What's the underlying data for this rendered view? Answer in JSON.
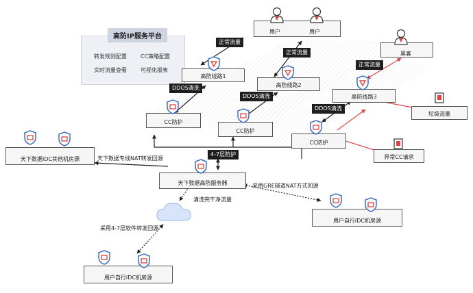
{
  "platform": {
    "title": "高防IP服务平台",
    "items": [
      "转发规则配置",
      "CC策略配置",
      "实时流量查看",
      "可视化报表"
    ]
  },
  "users": {
    "user1": "用户",
    "user2": "用户"
  },
  "hacker": "黑客",
  "lines": {
    "line1": "高防线路1",
    "line2": "高防线路2",
    "line3": "高防线路3"
  },
  "cc": {
    "cc1": "CC防护",
    "cc2": "CC防护",
    "cc3": "CC防护"
  },
  "badges": {
    "normal1": "正常流量",
    "normal2": "正常流量",
    "normal3": "正常流量",
    "ddos1": "DDOS清洗",
    "ddos2": "DDOS清洗",
    "ddos3": "DDOS清洗",
    "layer47": "4-7层防护"
  },
  "garbage": "垃圾流量",
  "abnormal": "异常CC请求",
  "server": "天下数据高防服务器",
  "idc_other": "天下数据IDC其他机房源",
  "user_idc_right": "用户自行IDC机房源",
  "user_idc_bottom": "用户自行IDC机房源",
  "edges": {
    "nat": "天下数据专线NAT转发回源",
    "gre": "采用GRE隧道NAT方式回源",
    "clean": "清洗完干净流量",
    "soft": "采用4-7层软件转发回源"
  },
  "colors": {
    "accent": "#e8403f",
    "line": "#1e1e1e",
    "shield_blue": "#3b6fcb",
    "panel_title": "#cfd4e2"
  }
}
